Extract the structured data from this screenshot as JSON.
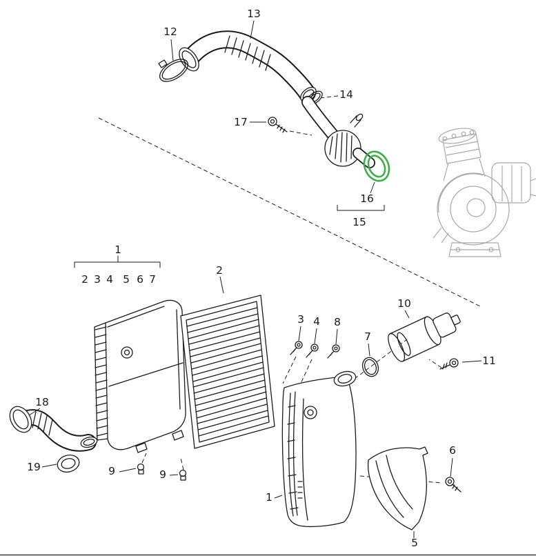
{
  "colors": {
    "background": "#ffffff",
    "line": "#1a1a1a",
    "muted": "#a8a8a8",
    "highlight": "#3fae49"
  },
  "callouts": [
    {
      "label": "13"
    },
    {
      "label": "12"
    },
    {
      "label": "14"
    },
    {
      "label": "17"
    },
    {
      "label": "16"
    },
    {
      "label": "15"
    },
    {
      "label": "1"
    },
    {
      "label": "2"
    },
    {
      "label": "3"
    },
    {
      "label": "4"
    },
    {
      "label": "5"
    },
    {
      "label": "6"
    },
    {
      "label": "7"
    },
    {
      "label": "2"
    },
    {
      "label": "3"
    },
    {
      "label": "4"
    },
    {
      "label": "8"
    },
    {
      "label": "7"
    },
    {
      "label": "10"
    },
    {
      "label": "11"
    },
    {
      "label": "18"
    },
    {
      "label": "19"
    },
    {
      "label": "9"
    },
    {
      "label": "9"
    },
    {
      "label": "1"
    },
    {
      "label": "6"
    },
    {
      "label": "5"
    }
  ]
}
